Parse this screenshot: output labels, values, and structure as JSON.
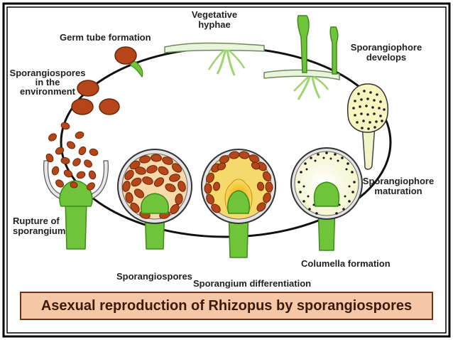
{
  "title": "Asexual reproduction of Rhizopus by sporangiospores",
  "labels": {
    "germ_tube": "Germ tube formation",
    "vegetative_1": "Vegetative",
    "vegetative_2": "hyphae",
    "sporangiophore_develops_1": "Sporangiophore",
    "sporangiophore_develops_2": "develops",
    "spores_env_1": "Sporangiospores",
    "spores_env_2": "in the",
    "spores_env_3": "environment",
    "maturation_1": "Sporangiophore",
    "maturation_2": "maturation",
    "rupture_1": "Rupture of",
    "rupture_2": "sporangium",
    "sporangiospores": "Sporangiospores",
    "differentiation": "Sporangium differentiation",
    "columella": "Columella formation"
  },
  "colors": {
    "stalk": "#6fc43a",
    "stalk_dark": "#3e8a1c",
    "spore": "#b5461a",
    "spore_dark": "#6b2608",
    "columella": "#e7b318",
    "caption_bg": "#f6c7a6",
    "cycle_line": "#111111"
  }
}
